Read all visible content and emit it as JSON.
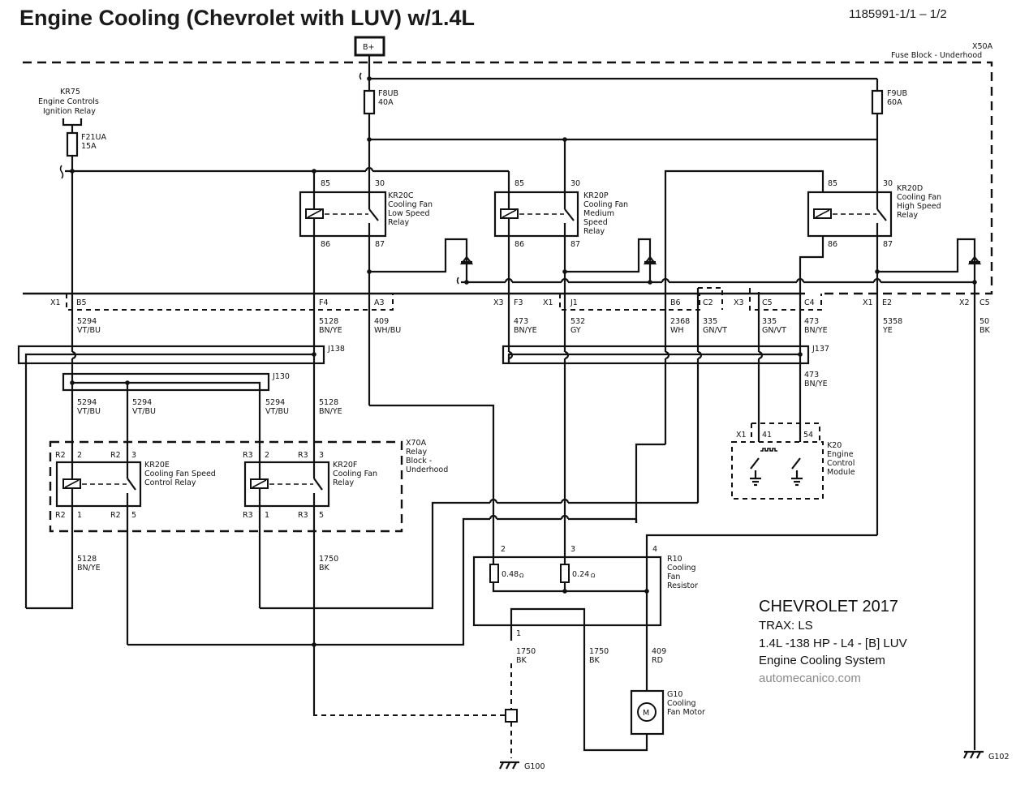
{
  "header": {
    "title": "Engine Cooling (Chevrolet with LUV) w/1.4L",
    "doc_id": "1185991-1/1 – 1/2"
  },
  "power": {
    "source": "B+"
  },
  "fuse_block": {
    "id": "X50A",
    "name": "Fuse Block - Underhood"
  },
  "relay_block": {
    "id": "X70A",
    "line1": "Relay",
    "line2": "Block -",
    "line3": "Underhood"
  },
  "ign_relay": {
    "id": "KR75",
    "line1": "Engine Controls",
    "line2": "Ignition Relay"
  },
  "fuses": [
    {
      "id": "F21UA",
      "rating": "15A"
    },
    {
      "id": "F8UB",
      "rating": "40A"
    },
    {
      "id": "F9UB",
      "rating": "60A"
    }
  ],
  "relays": {
    "low": {
      "id": "KR20C",
      "l1": "Cooling Fan",
      "l2": "Low Speed",
      "l3": "Relay",
      "pins": [
        "85",
        "30",
        "86",
        "87"
      ]
    },
    "med": {
      "id": "KR20P",
      "l1": "Cooling Fan",
      "l2": "Medium",
      "l3": "Speed",
      "l4": "Relay",
      "pins": [
        "85",
        "30",
        "86",
        "87"
      ]
    },
    "high": {
      "id": "KR20D",
      "l1": "Cooling Fan",
      "l2": "High Speed",
      "l3": "Relay",
      "pins": [
        "85",
        "30",
        "86",
        "87"
      ]
    },
    "speed_ctrl": {
      "id": "KR20E",
      "l1": "Cooling Fan Speed",
      "l2": "Control Relay",
      "conn": "R2",
      "pins": [
        "2",
        "3",
        "1",
        "5"
      ]
    },
    "fan": {
      "id": "KR20F",
      "l1": "Cooling Fan",
      "l2": "Relay",
      "conn": "R3",
      "pins": [
        "2",
        "3",
        "1",
        "5"
      ]
    }
  },
  "connectors": {
    "x1": "X1",
    "x2": "X2",
    "x3": "X3",
    "b5": "B5",
    "f4": "F4",
    "a3": "A3",
    "f3": "F3",
    "j1": "J1",
    "b6": "B6",
    "c2": "C2",
    "c5": "C5",
    "c4": "C4",
    "e2": "E2",
    "c5b": "C5"
  },
  "wires": {
    "w5294": {
      "num": "5294",
      "color": "VT/BU"
    },
    "w5128": {
      "num": "5128",
      "color": "BN/YE"
    },
    "w409a": {
      "num": "409",
      "color": "WH/BU"
    },
    "w473": {
      "num": "473",
      "color": "BN/YE"
    },
    "w532": {
      "num": "532",
      "color": "GY"
    },
    "w2368": {
      "num": "2368",
      "color": "WH"
    },
    "w335": {
      "num": "335",
      "color": "GN/VT"
    },
    "w5358": {
      "num": "5358",
      "color": "YE"
    },
    "w50": {
      "num": "50",
      "color": "BK"
    },
    "w1750": {
      "num": "1750",
      "color": "BK"
    },
    "w409b": {
      "num": "409",
      "color": "RD"
    }
  },
  "splices": {
    "j138": "J138",
    "j130": "J130",
    "j137": "J137"
  },
  "ecm": {
    "id": "K20",
    "l1": "Engine",
    "l2": "Control",
    "l3": "Module",
    "conn": "X1",
    "pin41": "41",
    "pin54": "54"
  },
  "resistor": {
    "id": "R10",
    "l1": "Cooling",
    "l2": "Fan",
    "l3": "Resistor",
    "r1": "0.48",
    "r2": "0.24",
    "unit": "Ω",
    "pins": [
      "2",
      "3",
      "4",
      "1"
    ]
  },
  "motor": {
    "id": "G10",
    "l1": "Cooling",
    "l2": "Fan Motor",
    "symbol": "M"
  },
  "grounds": {
    "g100": "G100",
    "g102": "G102"
  },
  "vehicle_info": {
    "make_year": "CHEVROLET 2017",
    "model": "TRAX: LS",
    "engine": "1.4L -138 HP - L4 - [B] LUV",
    "system": "Engine Cooling System",
    "site": "automecanico.com"
  }
}
